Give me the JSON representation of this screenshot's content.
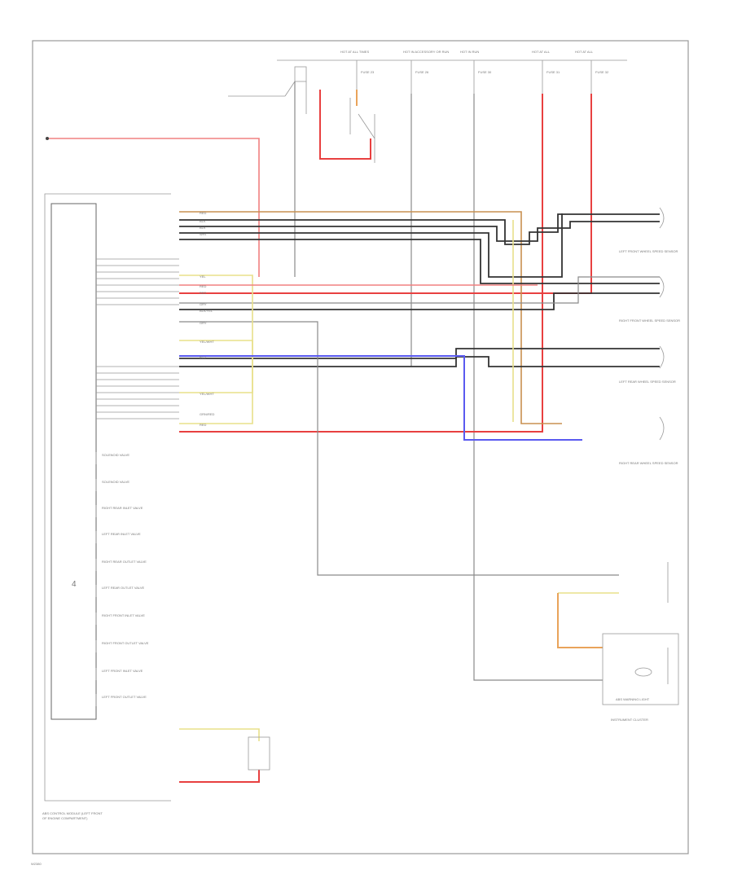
{
  "components": {
    "control_module_caption": [
      "ABS CONTROL MODULE (LEFT FRONT",
      "OF ENGINE COMPARTMENT)"
    ],
    "instrument_cluster_caption": "INSTRUMENT CLUSTER",
    "abs_warning_caption": "ABS WARNING LIGHT",
    "fuse_labels": [
      "FUSE 23",
      "FUSE 26",
      "FUSE 30",
      "FUSE 31",
      "FUSE 32"
    ],
    "sensor_captions": [
      "LEFT FRONT WHEEL SPEED SENSOR",
      "RIGHT FRONT WHEEL SPEED SENSOR",
      "LEFT REAR WHEEL SPEED SENSOR",
      "RIGHT REAR WHEEL SPEED SENSOR"
    ],
    "solenoid_labels": [
      "SOLENOID VALVE",
      "SOLENOID VALVE",
      "RIGHT REAR INLET VALVE",
      "LEFT REAR INLET VALVE",
      "RIGHT REAR OUTLET VALVE",
      "LEFT REAR OUTLET VALVE",
      "RIGHT FRONT INLET VALVE",
      "RIGHT FRONT OUTLET VALVE",
      "LEFT FRONT INLET VALVE",
      "LEFT FRONT OUTLET VALVE"
    ],
    "wire_colors": [
      "RED",
      "BLK/RED",
      "WHT",
      "BLK",
      "GRY",
      "YEL/WHT",
      "BLU",
      "YEL",
      "BLK/YEL",
      "GRN/RED"
    ]
  },
  "footer_code": "W2380"
}
